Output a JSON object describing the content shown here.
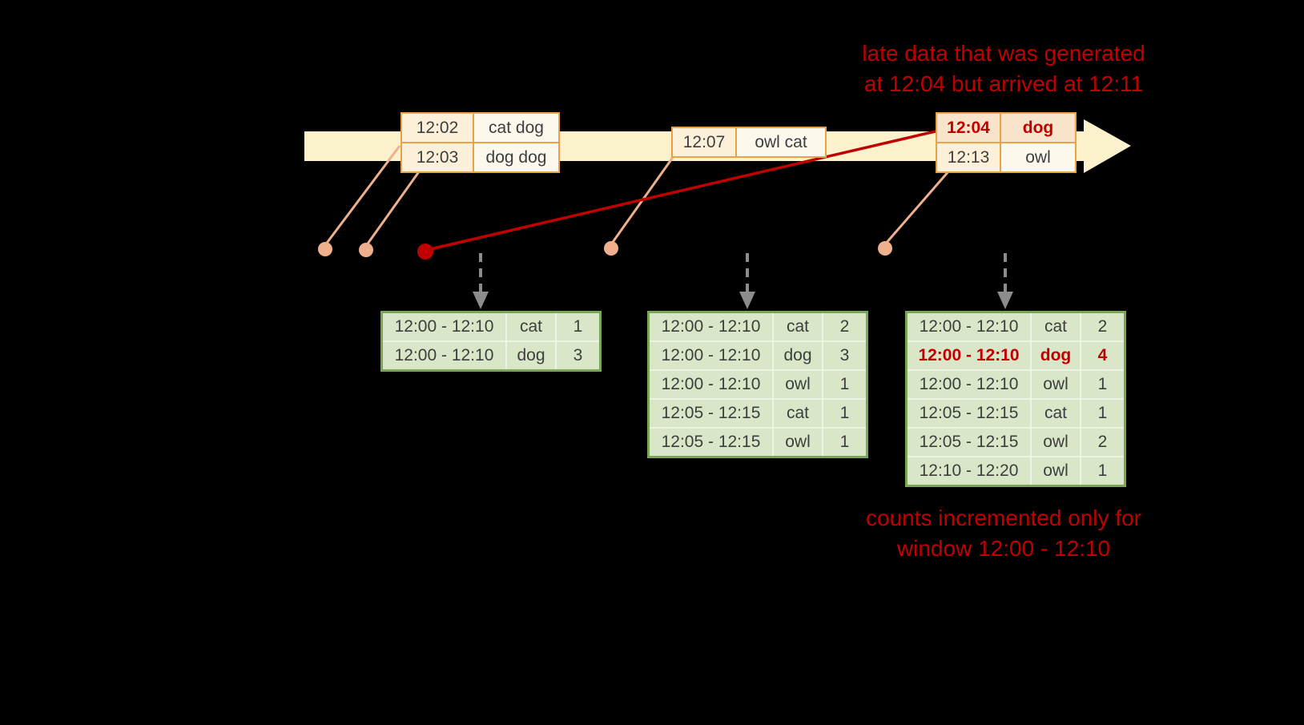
{
  "notes": {
    "late_data": {
      "line1": "late data that was generated",
      "line2": "at 12:04 but arrived at 12:11"
    },
    "counts": {
      "line1": "counts incremented only for",
      "line2": "window 12:00 - 12:10"
    }
  },
  "events": {
    "batch1": {
      "rows": [
        {
          "time": "12:02",
          "words": "cat dog"
        },
        {
          "time": "12:03",
          "words": "dog dog"
        }
      ]
    },
    "batch2": {
      "rows": [
        {
          "time": "12:07",
          "words": "owl cat"
        }
      ]
    },
    "batch3": {
      "rows": [
        {
          "time": "12:04",
          "words": "dog",
          "late": true
        },
        {
          "time": "12:13",
          "words": "owl"
        }
      ]
    }
  },
  "results": {
    "t1": {
      "rows": [
        {
          "window": "12:00 - 12:10",
          "word": "cat",
          "count": "1"
        },
        {
          "window": "12:00 - 12:10",
          "word": "dog",
          "count": "3"
        }
      ]
    },
    "t2": {
      "rows": [
        {
          "window": "12:00 - 12:10",
          "word": "cat",
          "count": "2"
        },
        {
          "window": "12:00 - 12:10",
          "word": "dog",
          "count": "3"
        },
        {
          "window": "12:00 - 12:10",
          "word": "owl",
          "count": "1"
        },
        {
          "window": "12:05 - 12:15",
          "word": "cat",
          "count": "1"
        },
        {
          "window": "12:05 - 12:15",
          "word": "owl",
          "count": "1"
        }
      ]
    },
    "t3": {
      "rows": [
        {
          "window": "12:00 - 12:10",
          "word": "cat",
          "count": "2"
        },
        {
          "window": "12:00 - 12:10",
          "word": "dog",
          "count": "4",
          "highlight": true
        },
        {
          "window": "12:00 - 12:10",
          "word": "owl",
          "count": "1"
        },
        {
          "window": "12:05 - 12:15",
          "word": "cat",
          "count": "1"
        },
        {
          "window": "12:05 - 12:15",
          "word": "owl",
          "count": "2"
        },
        {
          "window": "12:10 - 12:20",
          "word": "owl",
          "count": "1"
        }
      ]
    }
  },
  "colors": {
    "background": "#000000",
    "timeline": "#fbf1cd",
    "event_border": "#eaa243",
    "event_fill_time": "#fcf0d8",
    "event_fill_words": "#fdf8ec",
    "late_red": "#c00000",
    "late_fill": "#fae3cb",
    "table_border": "#7aa757",
    "table_fill": "#d9e7c8",
    "connector": "#f0b08c",
    "trigger_arrow": "#8c8c8c"
  }
}
